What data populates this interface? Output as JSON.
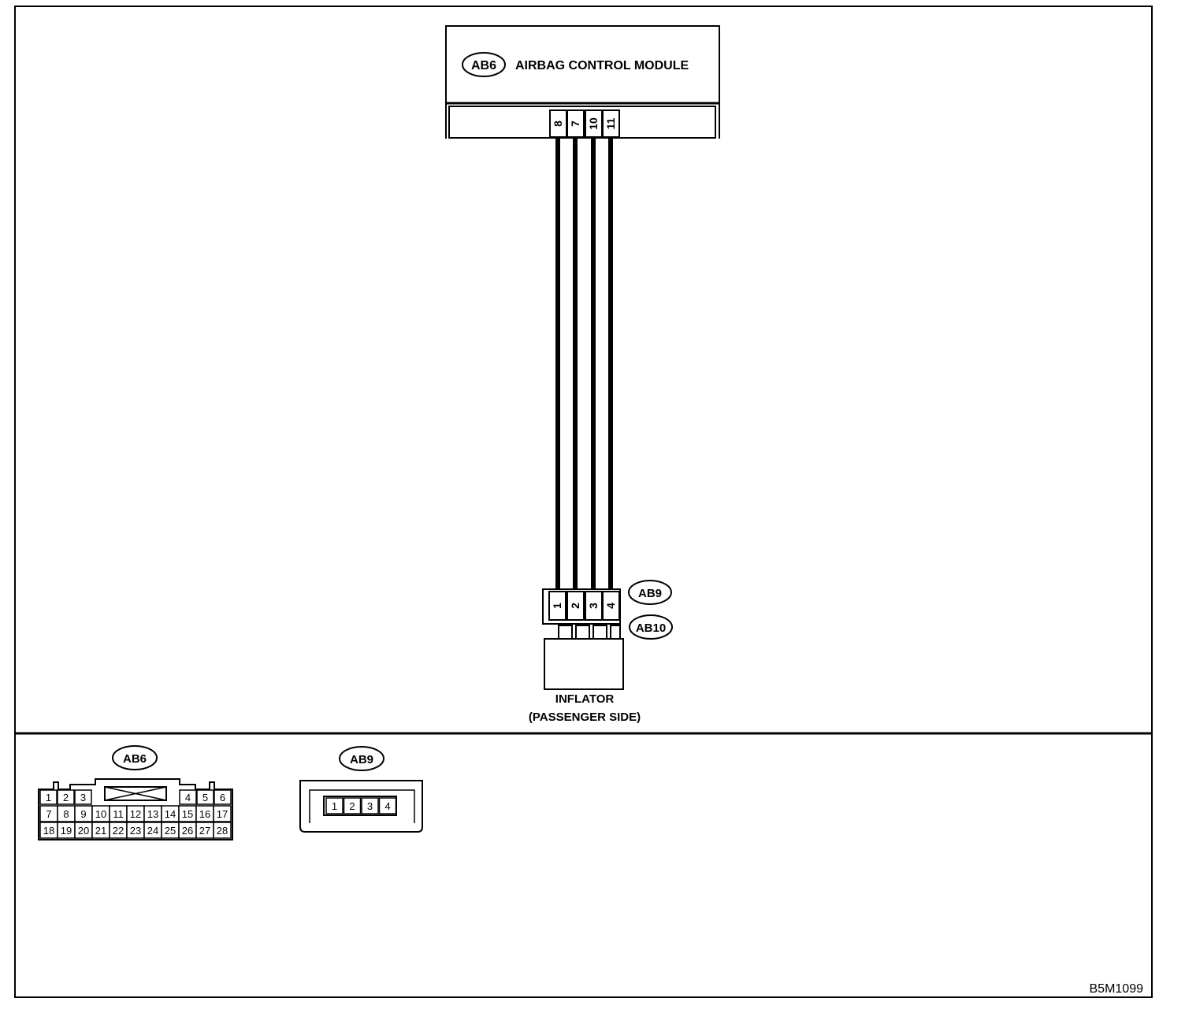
{
  "module": {
    "connector_id": "AB6",
    "title": "AIRBAG CONTROL MODULE",
    "terminals": [
      "8",
      "7",
      "10",
      "11"
    ]
  },
  "inflator": {
    "connector_id": "AB9",
    "mating_connector_id": "AB10",
    "terminals": [
      "1",
      "2",
      "3",
      "4"
    ],
    "label_line1": "INFLATOR",
    "label_line2": "(PASSENGER SIDE)"
  },
  "connector_views": {
    "ab6": {
      "id": "AB6",
      "row1": [
        "1",
        "2",
        "3",
        "4",
        "5",
        "6"
      ],
      "row2": [
        "7",
        "8",
        "9",
        "10",
        "11",
        "12",
        "13",
        "14",
        "15",
        "16",
        "17"
      ],
      "row3": [
        "18",
        "19",
        "20",
        "21",
        "22",
        "23",
        "24",
        "25",
        "26",
        "27",
        "28"
      ]
    },
    "ab9": {
      "id": "AB9",
      "pins": [
        "1",
        "2",
        "3",
        "4"
      ]
    }
  },
  "figure_code": "B5M1099"
}
